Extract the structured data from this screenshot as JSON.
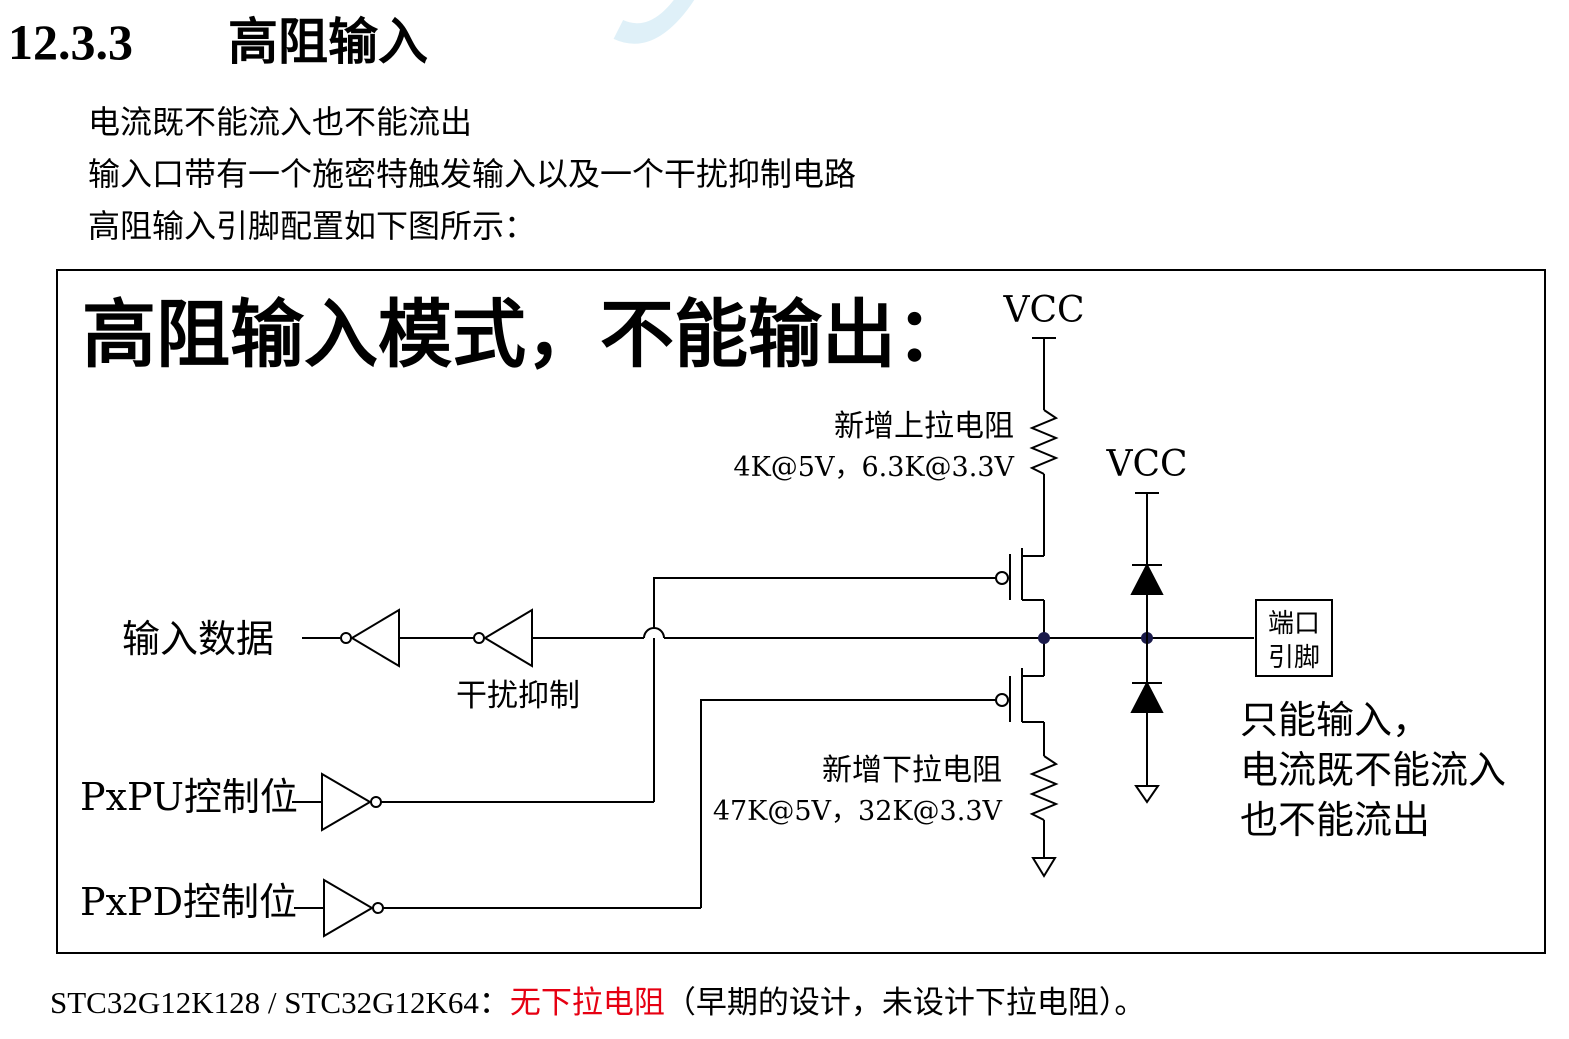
{
  "watermark": "STC",
  "section": {
    "number": "12.3.3",
    "title": "高阻输入"
  },
  "intro_lines": [
    "电流既不能流入也不能流出",
    "输入口带有一个施密特触发输入以及一个干扰抑制电路",
    "高阻输入引脚配置如下图所示："
  ],
  "diagram": {
    "title": "高阻输入模式，不能输出：",
    "vcc_top": "VCC",
    "vcc_right": "VCC",
    "pullup_label": "新增上拉电阻",
    "pullup_values": "4K@5V，6.3K@3.3V",
    "pulldown_label": "新增下拉电阻",
    "pulldown_values": "47K@5V，32K@3.3V",
    "input_data": "输入数据",
    "filter": "干扰抑制",
    "pxpu": "PxPU控制位",
    "pxpd": "PxPD控制位",
    "port_line1": "端口",
    "port_line2": "引脚",
    "note": [
      "只能输入，",
      "电流既不能流入",
      "也不能流出"
    ]
  },
  "footer": {
    "models": "STC32G12K128 / STC32G12K64：",
    "highlight": "无下拉电阻",
    "rest": "（早期的设计，未设计下拉电阻）。",
    "highlight_color": "#e60012"
  }
}
